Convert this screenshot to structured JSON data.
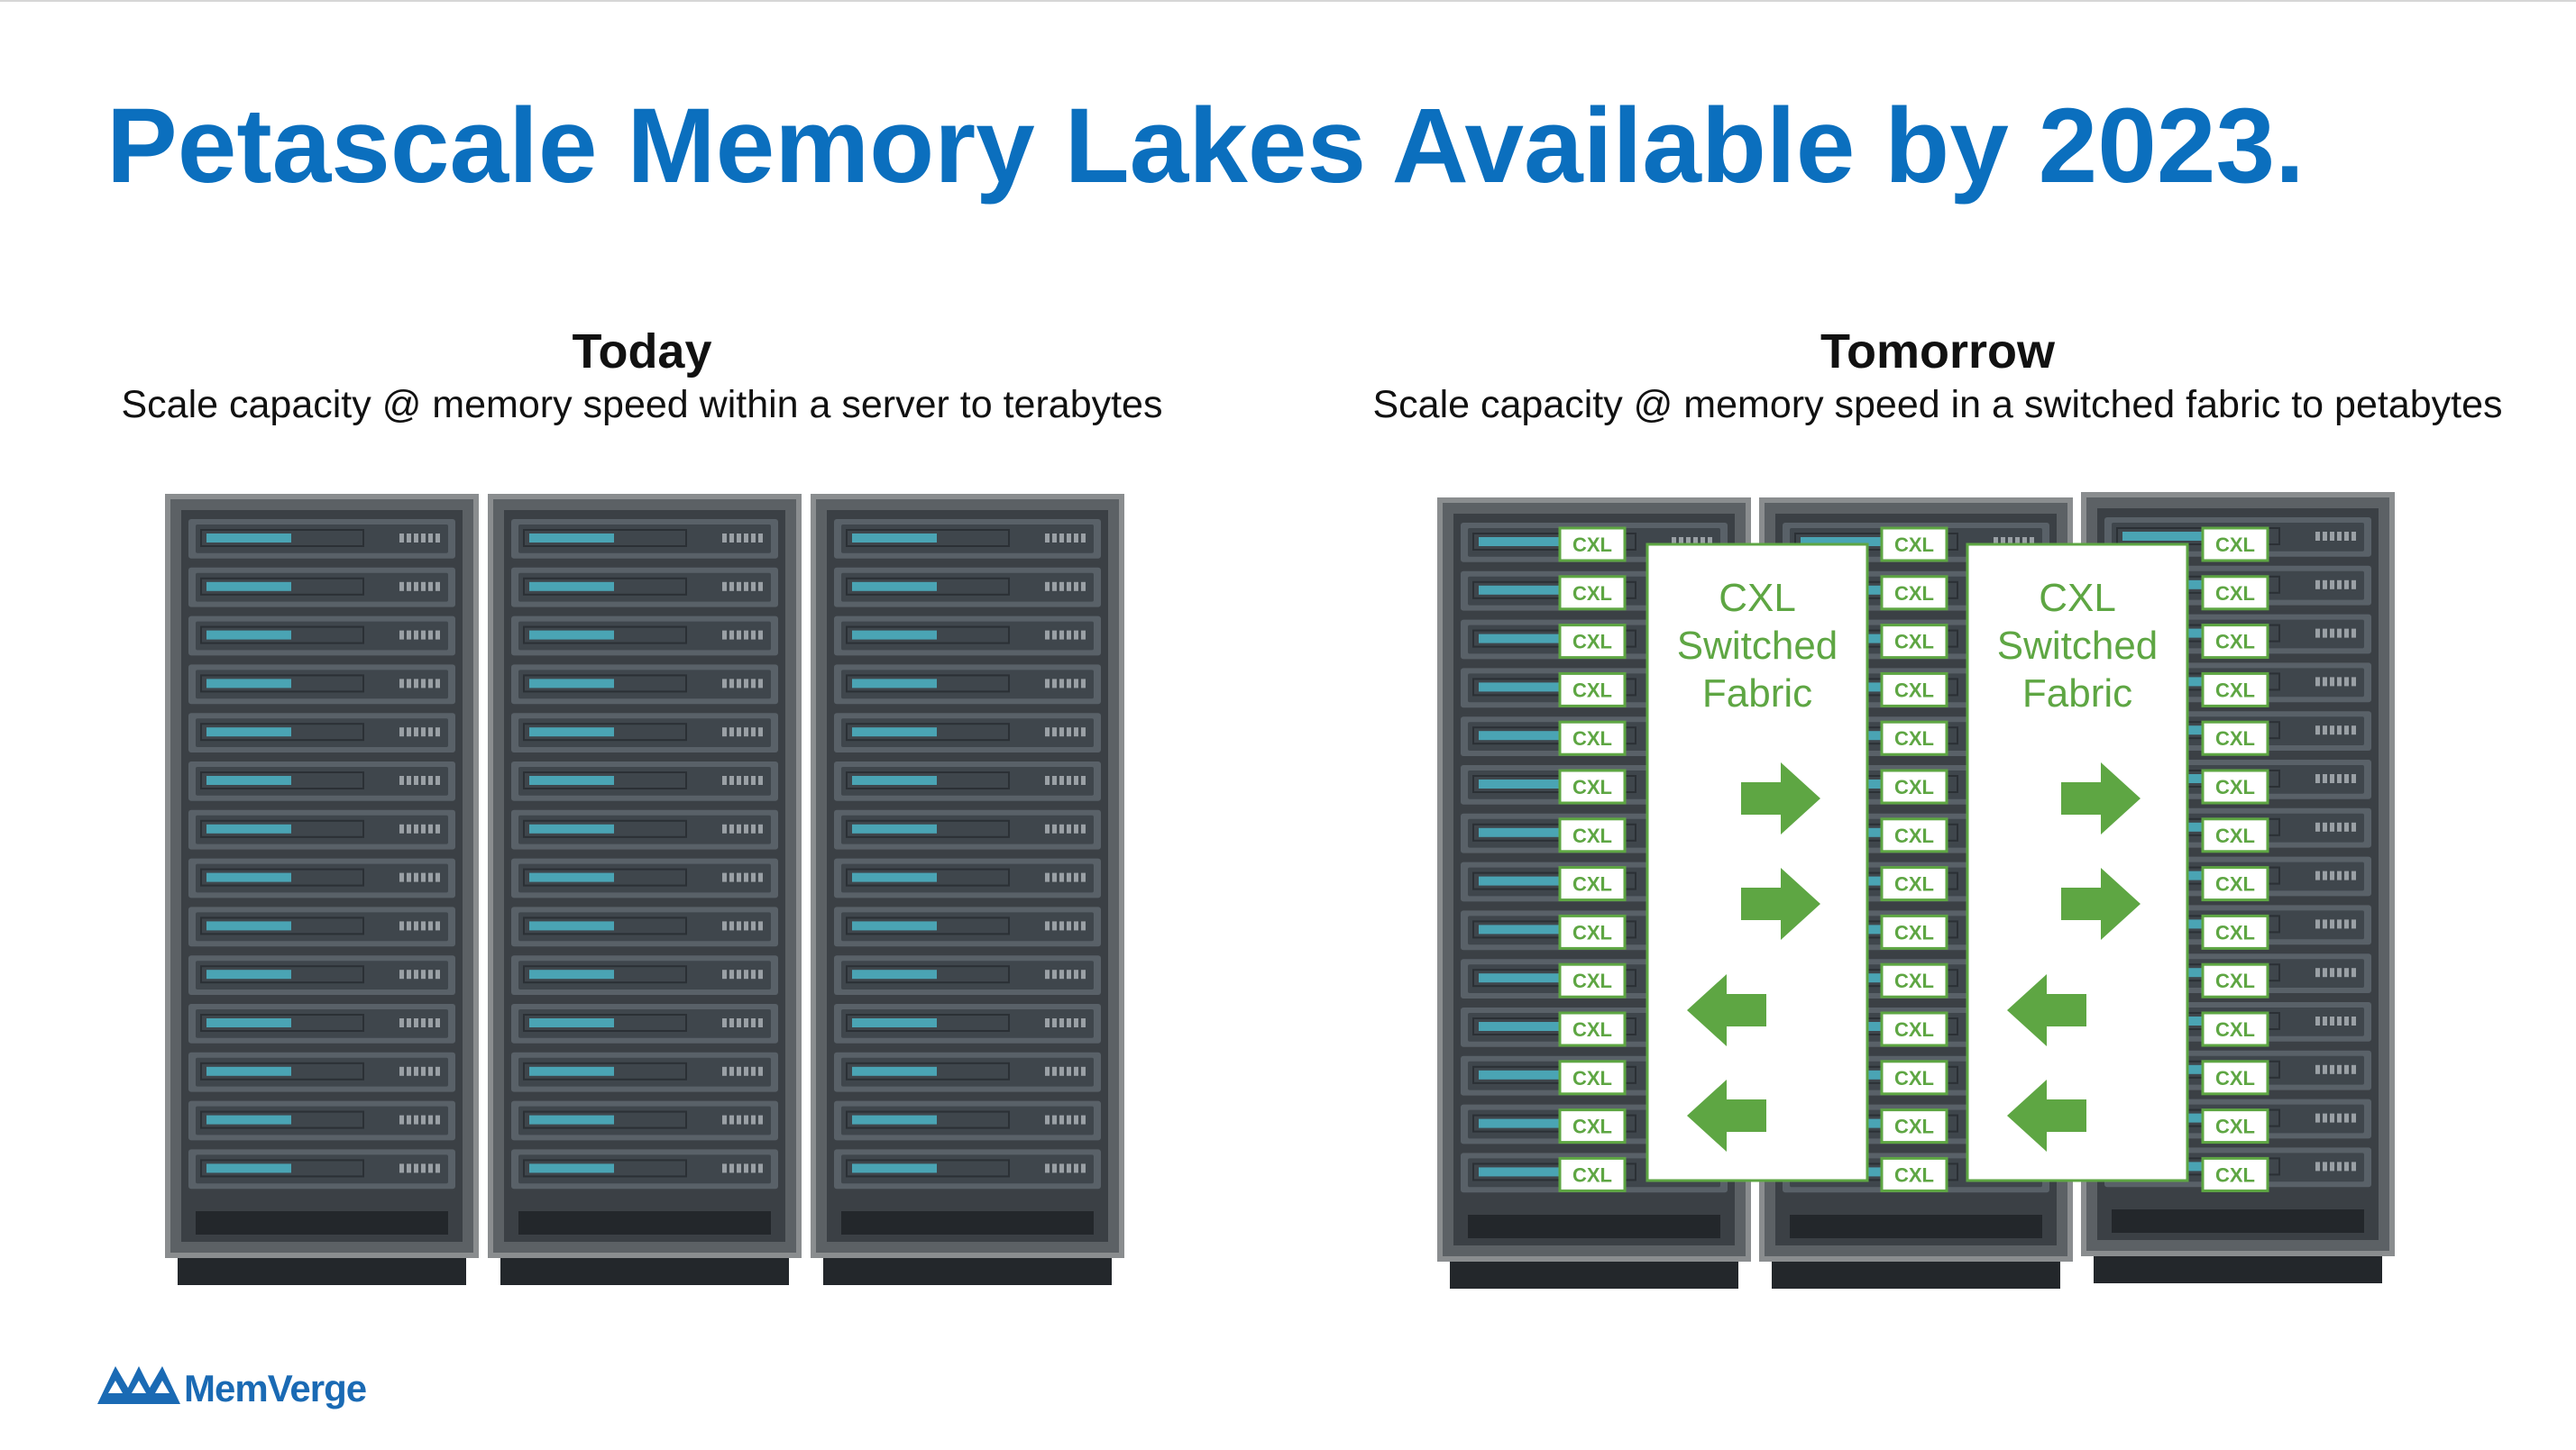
{
  "slide": {
    "title": "Petascale Memory Lakes Available by 2023.",
    "accent_color": "#0b6fbe",
    "fabric_color": "#5ea643"
  },
  "today": {
    "heading": "Today",
    "subtitle": "Scale capacity @ memory speed within a server to terabytes",
    "rack_count": 3,
    "servers_per_rack": 14
  },
  "tomorrow": {
    "heading": "Tomorrow",
    "subtitle": "Scale capacity @ memory speed in a switched fabric to petabytes",
    "rack_count": 3,
    "servers_per_rack": 14,
    "cxl_badge_label": "CXL",
    "fabric_label_lines": [
      "CXL",
      "Switched",
      "Fabric"
    ],
    "fabric_arrows": [
      "right",
      "right",
      "left",
      "left"
    ]
  },
  "logo": {
    "name": "MemVerge",
    "icon": "memverge-mountain-logo-icon"
  }
}
